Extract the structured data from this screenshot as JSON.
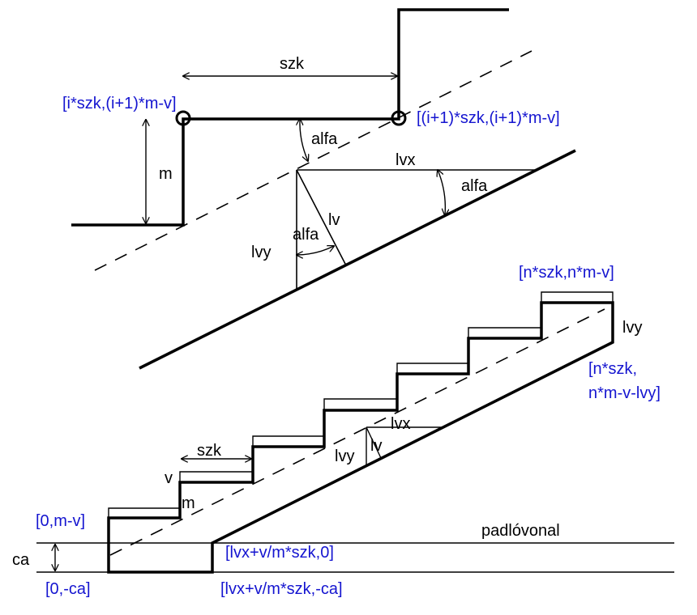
{
  "colors": {
    "line": "#000000",
    "coordinate_text": "#1515d0",
    "label_text": "#000000",
    "background": "#ffffff"
  },
  "labels": {
    "top_szk": "szk",
    "top_m": "m",
    "top_alfa_step": "alfa",
    "top_lvx": "lvx",
    "top_alfa_right": "alfa",
    "top_lv": "lv",
    "top_alfa_inner": "alfa",
    "top_lvy": "lvy",
    "bot_lvy_right": "lvy",
    "bot_lvx": "lvx",
    "bot_lv": "lv",
    "bot_lvy": "lvy",
    "bot_szk": "szk",
    "bot_v": "v",
    "bot_m": "m",
    "padlovonal": "padlóvonal",
    "ca": "ca"
  },
  "coordinates": {
    "top_left_point": "[i*szk,(i+1)*m-v]",
    "top_right_point": "[(i+1)*szk,(i+1)*m-v]",
    "last_step_top": "[n*szk,n*m-v]",
    "last_step_bottom_line1": "[n*szk,",
    "last_step_bottom_line2": "n*m-v-lvy]",
    "first_step": "[0,m-v]",
    "base_left": "[0,-ca]",
    "floor_point": "[lvx+v/m*szk,0]",
    "base_right": "[lvx+v/m*szk,-ca]"
  }
}
